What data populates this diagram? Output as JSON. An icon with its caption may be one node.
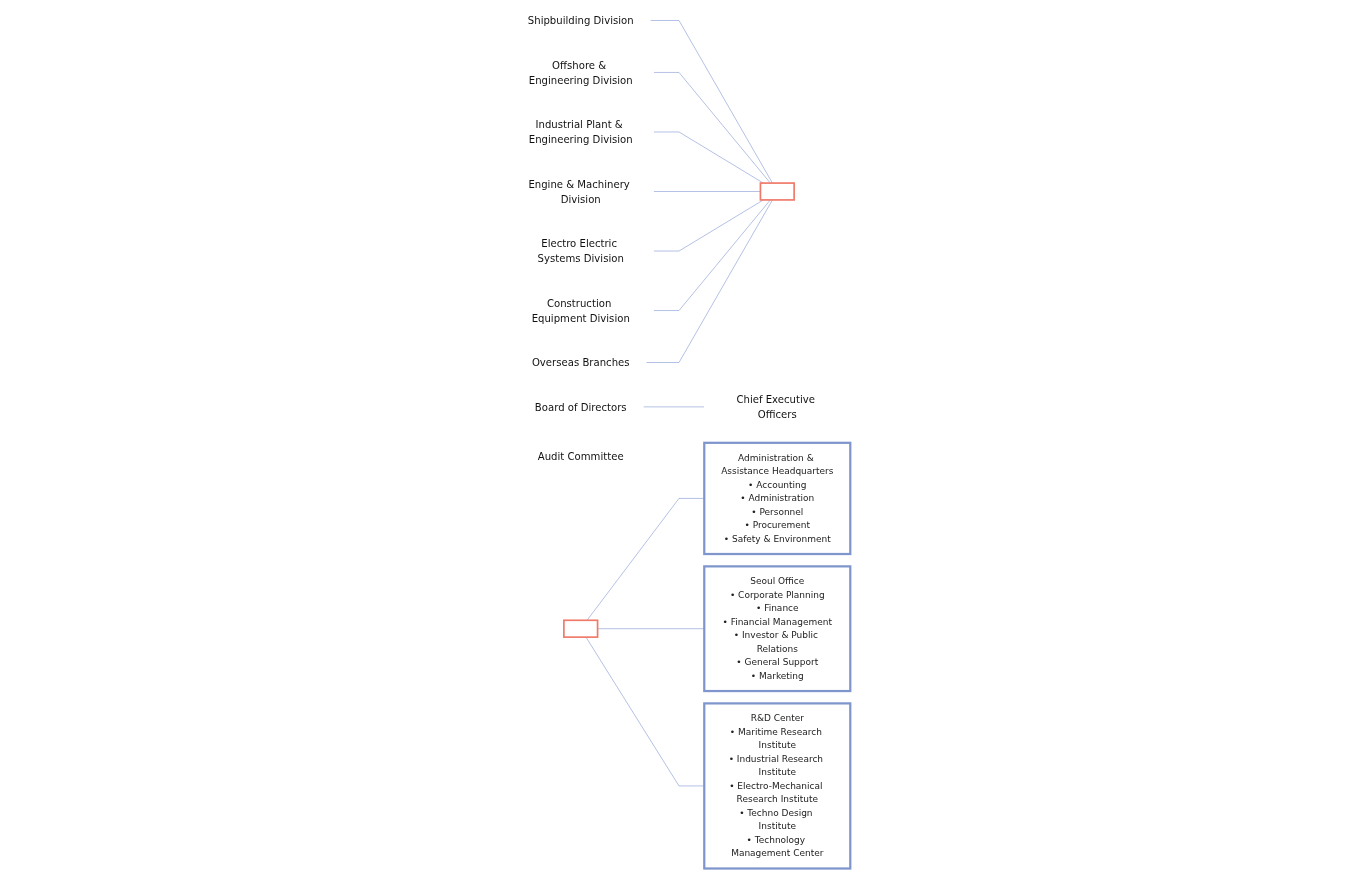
{
  "diagram": {
    "nodes": [
      {
        "text": [
          "Shipbuilding Division"
        ]
      },
      {
        "text": [
          "Offshore & Engineering Division"
        ]
      },
      {
        "text": [
          "Industrial Plant & Engineering Division"
        ]
      },
      {
        "text": [
          "Engine & Machinery Division"
        ]
      },
      {
        "text": [
          "Electro Electric Systems Division"
        ]
      },
      {
        "text": [
          "Construction Equipment Division"
        ]
      },
      {
        "text": [
          "Overseas Branches"
        ]
      },
      {
        "text": [],
        "shape": "box"
      },
      {
        "text": [
          "Board of Directors"
        ]
      },
      {
        "text": [
          "Chief Executive Officers"
        ]
      },
      {
        "text": [
          "Audit Committee"
        ]
      },
      {
        "text": [],
        "shape": "box"
      },
      {
        "text": [
          "Administration & Assistance Headquarters",
          "• Accounting",
          "• Administration",
          "• Personnel",
          "• Procurement",
          "• Safety & Environment"
        ]
      },
      {
        "text": [
          "Seoul Office",
          "• Corporate Planning",
          "• Finance",
          "• Financial Management",
          "• Investor & Public Relations",
          "• General Support",
          "• Marketing"
        ]
      },
      {
        "text": [
          "R&D Center",
          "• Maritime Research Institute",
          "• Industrial Research Institute",
          "• Electro-Mechanical Research Institute",
          "• Techno Design Institute",
          "• Technology Management Center"
        ]
      }
    ],
    "edges": [
      {
        "from": 0,
        "to": 7,
        "arrow": "none"
      },
      {
        "from": 1,
        "to": 7,
        "arrow": "none"
      },
      {
        "from": 2,
        "to": 7,
        "arrow": "none"
      },
      {
        "from": 3,
        "to": 7,
        "arrow": "none"
      },
      {
        "from": 4,
        "to": 7,
        "arrow": "none"
      },
      {
        "from": 5,
        "to": 7,
        "arrow": "none"
      },
      {
        "from": 6,
        "to": 7,
        "arrow": "none"
      },
      {
        "from": 8,
        "to": 9,
        "arrow": "none"
      },
      {
        "from": 11,
        "to": 12,
        "arrow": "none"
      },
      {
        "from": 11,
        "to": 13,
        "arrow": "none"
      },
      {
        "from": 11,
        "to": 14,
        "arrow": "none"
      }
    ]
  }
}
